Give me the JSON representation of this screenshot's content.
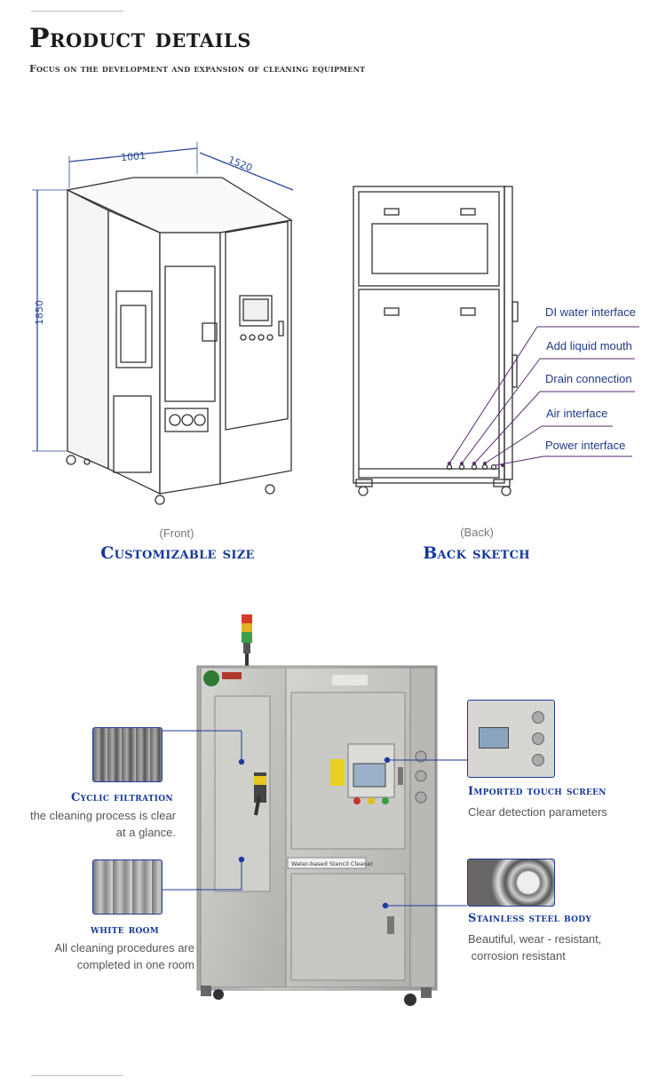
{
  "header": {
    "title": "Product details",
    "subtitle": "Focus on the development and expansion of cleaning equipment"
  },
  "front_view": {
    "view_label": "(Front)",
    "caption": "Customizable size",
    "dims": {
      "width": "1001",
      "depth": "1520",
      "height": "1850"
    }
  },
  "back_view": {
    "view_label": "(Back)",
    "caption": "Back sketch",
    "interfaces": [
      "DI water interface",
      "Add liquid mouth",
      "Drain connection",
      "Air interface",
      "Power interface"
    ]
  },
  "machine_photo": {
    "nameplate": "Water-based Stencil Cleaner"
  },
  "features": [
    {
      "heading": "Cyclic filtration",
      "text_lines": [
        "the cleaning process is clear",
        "at a glance."
      ]
    },
    {
      "heading": "white room",
      "text_lines": [
        "All cleaning procedures are",
        "completed in one room"
      ]
    },
    {
      "heading": "Imported touch screen",
      "text_lines": [
        "Clear detection parameters"
      ]
    },
    {
      "heading": "Stainless steel body",
      "text_lines": [
        "Beautiful, wear - resistant,",
        " corrosion resistant"
      ]
    }
  ],
  "colors": {
    "accent": "#15389a",
    "connector": "#1e3a9a",
    "leader": "#5a2a6e"
  }
}
